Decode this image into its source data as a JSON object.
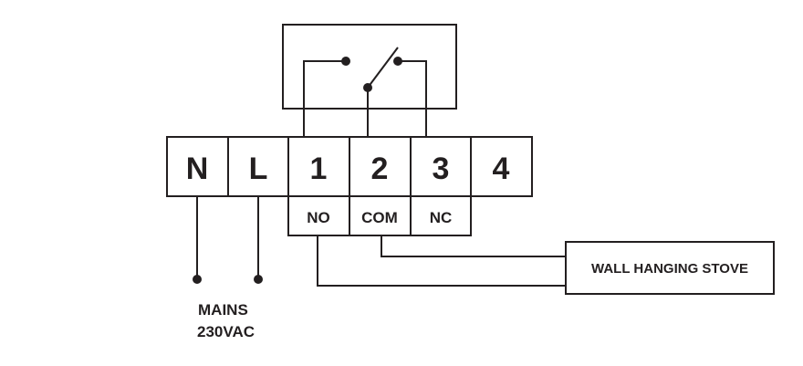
{
  "terminals": [
    {
      "label": "N"
    },
    {
      "label": "L"
    },
    {
      "label": "1",
      "contact": "NO"
    },
    {
      "label": "2",
      "contact": "COM"
    },
    {
      "label": "3",
      "contact": "NC"
    },
    {
      "label": "4"
    }
  ],
  "mains": {
    "line1": "MAINS",
    "line2": "230VAC"
  },
  "stove": {
    "label": "WALL HANGING STOVE"
  },
  "colors": {
    "line": "#231f20",
    "background": "#ffffff"
  }
}
